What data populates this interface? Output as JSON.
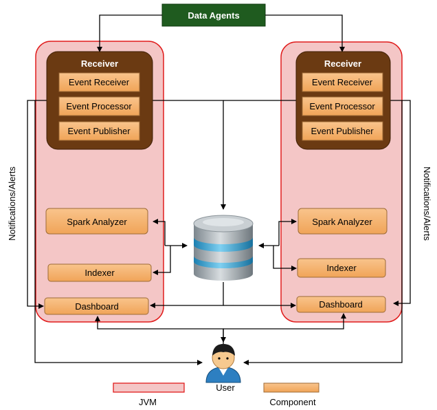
{
  "source": {
    "label": "Data Agents"
  },
  "jvm_left": {
    "receiver": {
      "title": "Receiver",
      "items": [
        "Event Receiver",
        "Event Processor",
        "Event Publisher"
      ]
    },
    "spark": "Spark Analyzer",
    "indexer": "Indexer",
    "dashboard": "Dashboard"
  },
  "jvm_right": {
    "receiver": {
      "title": "Receiver",
      "items": [
        "Event Receiver",
        "Event Processor",
        "Event Publisher"
      ]
    },
    "spark": "Spark Analyzer",
    "indexer": "Indexer",
    "dashboard": "Dashboard"
  },
  "side_labels": {
    "left": "Notifications/Alerts",
    "right": "Notifications/Alerts"
  },
  "user": {
    "label": "User"
  },
  "legend": {
    "jvm": "JVM",
    "component": "Component"
  },
  "colors": {
    "jvm_fill": "#f4c6c6",
    "jvm_border": "#e01b1b",
    "component_fill": "#f5b06c",
    "component_border": "#9c6a36",
    "receiver_fill": "#6b3a12",
    "agents_fill": "#1f5b1f",
    "db_blue": "#3aa6d8",
    "db_gray": "#a9b2b8"
  }
}
